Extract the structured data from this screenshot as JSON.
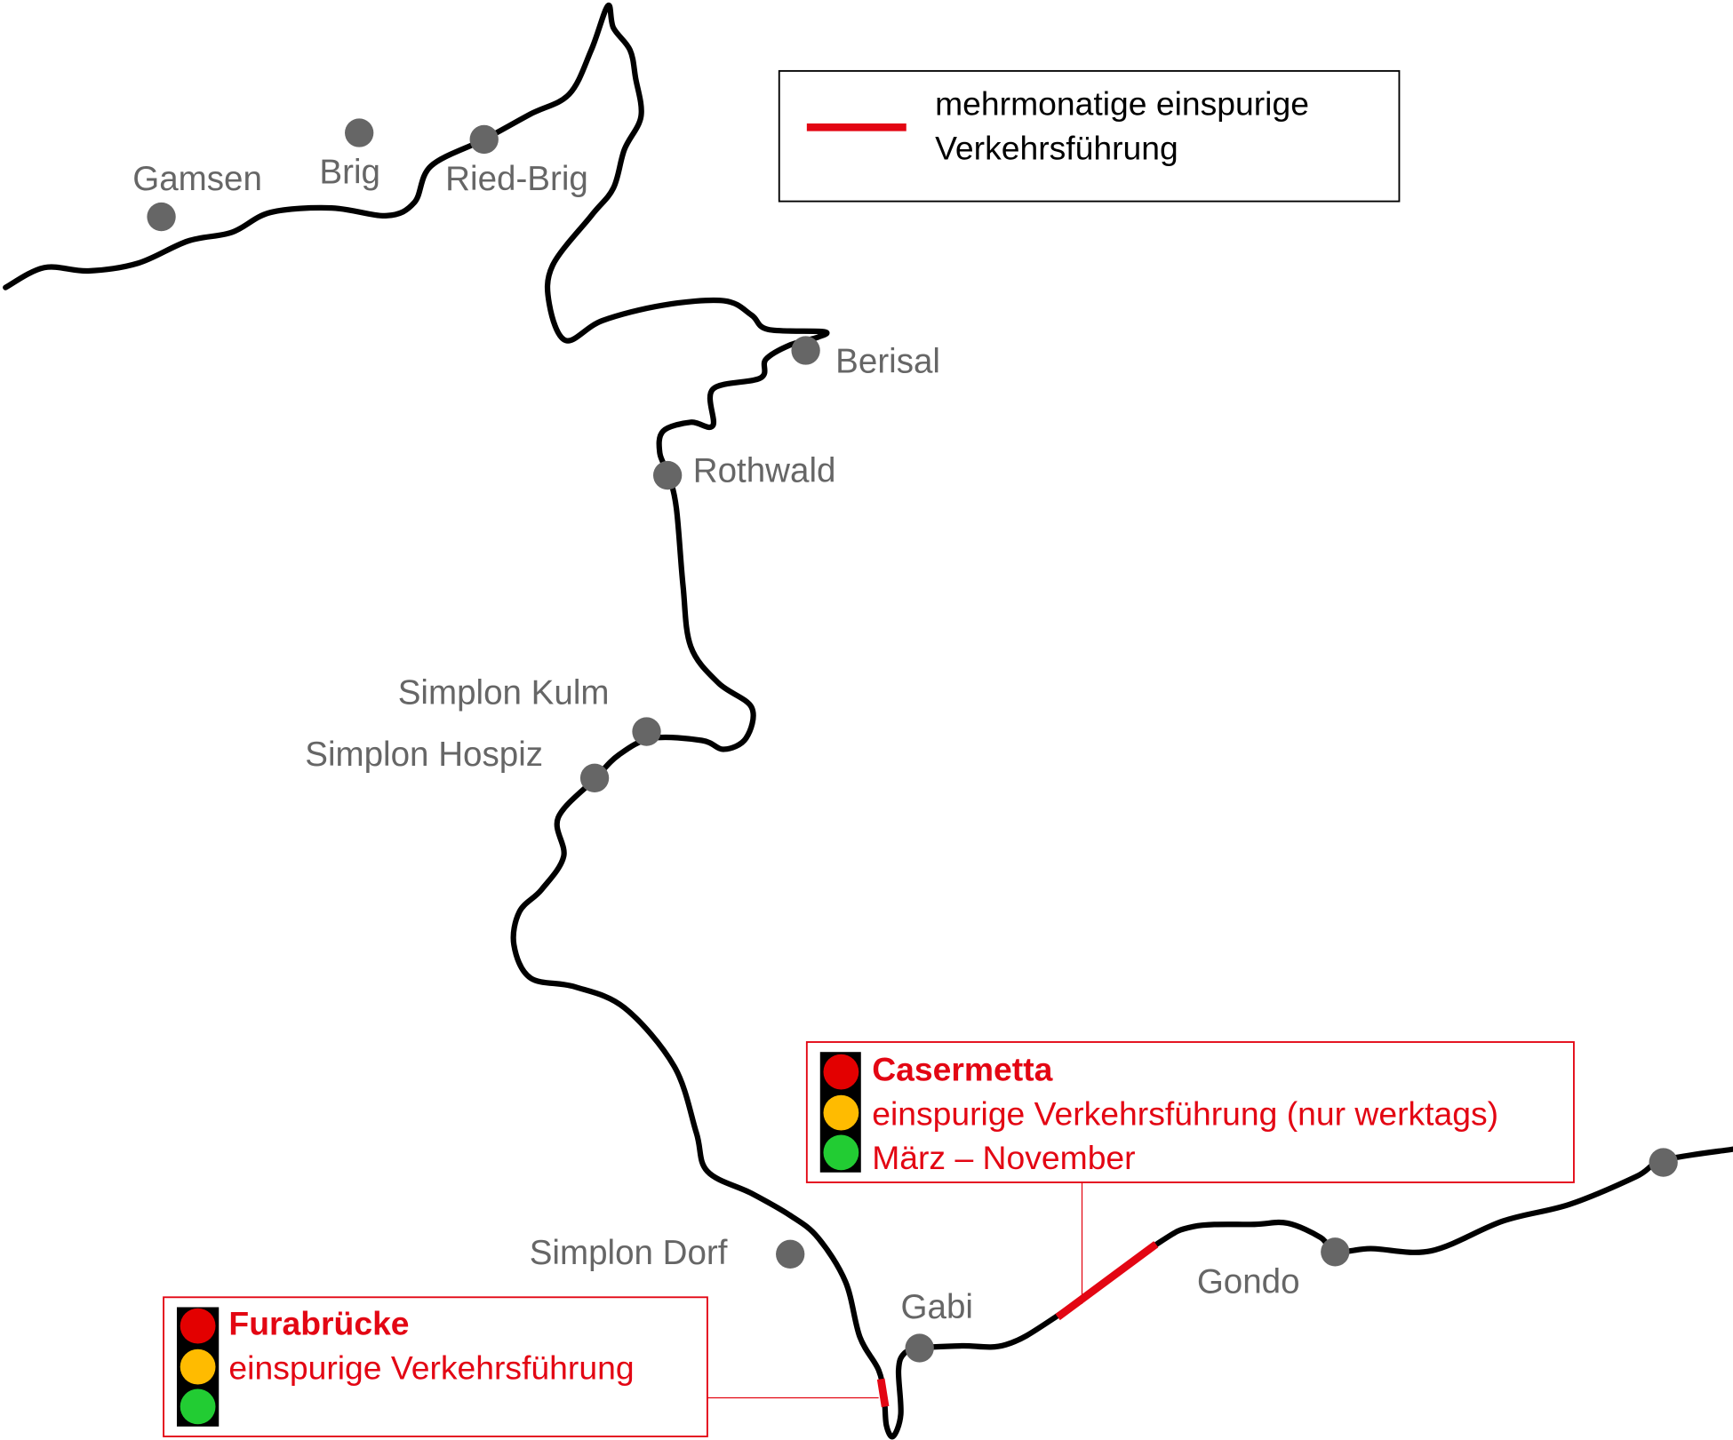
{
  "legend": {
    "line1": "mehrmonatige einspurige",
    "line2": "Verkehrsführung",
    "line_color": "#e30613"
  },
  "places": {
    "gamsen": "Gamsen",
    "brig": "Brig",
    "ried_brig": "Ried-Brig",
    "berisal": "Berisal",
    "rothwald": "Rothwald",
    "simplon_kulm": "Simplon Kulm",
    "simplon_hospiz": "Simplon Hospiz",
    "simplon_dorf": "Simplon Dorf",
    "gabi": "Gabi",
    "gondo": "Gondo"
  },
  "sites": {
    "casermetta": {
      "title": "Casermetta",
      "line1": "einspurige Verkehrsführung (nur werktags)",
      "line2": "März – November"
    },
    "furabruecke": {
      "title": "Furabrücke",
      "line1": "einspurige Verkehrsführung"
    }
  },
  "colors": {
    "road": "#000000",
    "dot": "#666666",
    "accent": "#e30613",
    "light_red": "#e30000",
    "light_amber": "#ffbb00",
    "light_green": "#22cc33"
  }
}
